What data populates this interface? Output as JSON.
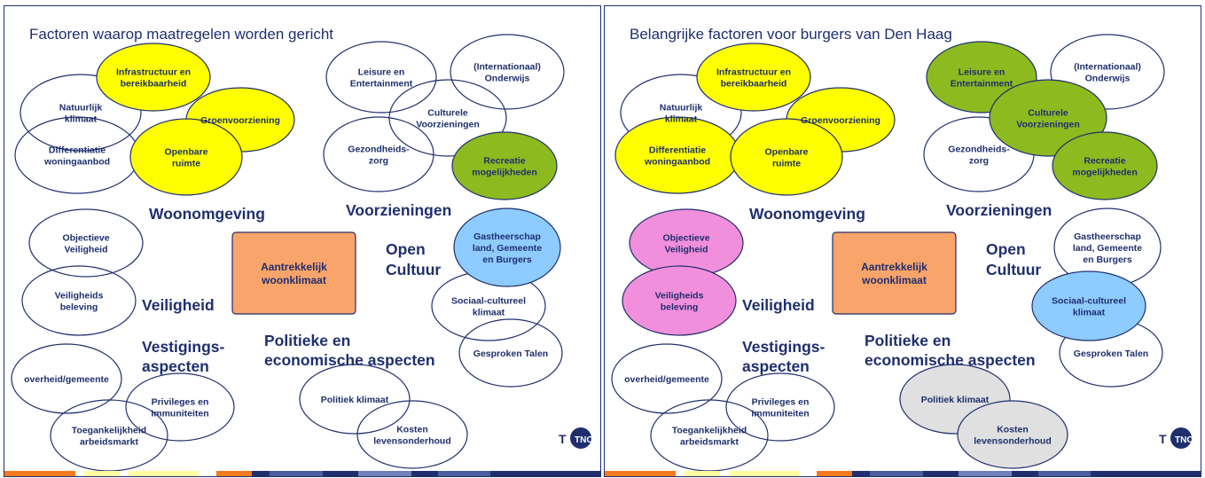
{
  "colors": {
    "ellipse_stroke": "#1f2f6e",
    "yellow": "#ffff00",
    "green": "#8cba1f",
    "blue": "#8ecbff",
    "pink": "#f28fdc",
    "grey": "#e0e0e0",
    "orange_box": "#f8a46a",
    "text": "#1f2f6e"
  },
  "slides": [
    {
      "title": "Factoren waarop maatregelen worden gericht",
      "center_box": [
        "Aantrekkelijk",
        "woonklimaat"
      ],
      "group_labels": {
        "woonomgeving": [
          "Woonomgeving"
        ],
        "voorzieningen": [
          "Voorzieningen"
        ],
        "open_cultuur": [
          "Open",
          "Cultuur"
        ],
        "veiligheid": [
          "Veiligheid"
        ],
        "vestigingsaspecten": [
          "Vestigings-",
          "aspecten"
        ],
        "politieke": [
          "Politieke en",
          "economische aspecten"
        ]
      },
      "nodes": {
        "infrastructuur": {
          "lines": [
            "Infrastructuur en",
            "bereikbaarheid"
          ],
          "fill": "yellow"
        },
        "natuurlijk": {
          "lines": [
            "Natuurlijk",
            "klimaat"
          ],
          "fill": "none"
        },
        "groenvoorziening": {
          "lines": [
            "Groenvoorziening"
          ],
          "fill": "yellow"
        },
        "differentiatie": {
          "lines": [
            "Differentiatie",
            "woningaanbod"
          ],
          "fill": "none"
        },
        "openbare": {
          "lines": [
            "Openbare",
            "ruimte"
          ],
          "fill": "yellow"
        },
        "leisure": {
          "lines": [
            "Leisure en",
            "Entertainment"
          ],
          "fill": "none"
        },
        "onderwijs": {
          "lines": [
            "(Internationaal)",
            "Onderwijs"
          ],
          "fill": "none"
        },
        "culturele": {
          "lines": [
            "Culturele",
            "Voorzieningen"
          ],
          "fill": "none"
        },
        "gezondheid": {
          "lines": [
            "Gezondheids-",
            "zorg"
          ],
          "fill": "none"
        },
        "recreatie": {
          "lines": [
            "Recreatie",
            "mogelijkheden"
          ],
          "fill": "green"
        },
        "gastheerschap": {
          "lines": [
            "Gastheerschap",
            "land, Gemeente",
            "en Burgers"
          ],
          "fill": "blue"
        },
        "sociaal": {
          "lines": [
            "Sociaal-cultureel",
            "klimaat"
          ],
          "fill": "none"
        },
        "talen": {
          "lines": [
            "Gesproken Talen"
          ],
          "fill": "none"
        },
        "objectieve": {
          "lines": [
            "Objectieve",
            "Veiligheid"
          ],
          "fill": "none"
        },
        "veiligheidsbeleving": {
          "lines": [
            "Veiligheids",
            "beleving"
          ],
          "fill": "none"
        },
        "overheid": {
          "lines": [
            "overheid/gemeente"
          ],
          "fill": "none"
        },
        "privileges": {
          "lines": [
            "Privileges en",
            "Immuniteiten"
          ],
          "fill": "none"
        },
        "toegankelijkheid": {
          "lines": [
            "Toegankelijkheid",
            "arbeidsmarkt"
          ],
          "fill": "none"
        },
        "politiek": {
          "lines": [
            "Politiek  klimaat"
          ],
          "fill": "none"
        },
        "kosten": {
          "lines": [
            "Kosten",
            "levensonderhoud"
          ],
          "fill": "none"
        }
      },
      "logo_text": "TNO"
    },
    {
      "title": "Belangrijke factoren voor burgers van Den Haag",
      "center_box": [
        "Aantrekkelijk",
        "woonklimaat"
      ],
      "group_labels": {
        "woonomgeving": [
          "Woonomgeving"
        ],
        "voorzieningen": [
          "Voorzieningen"
        ],
        "open_cultuur": [
          "Open",
          "Cultuur"
        ],
        "veiligheid": [
          "Veiligheid"
        ],
        "vestigingsaspecten": [
          "Vestigings-",
          "aspecten"
        ],
        "politieke": [
          "Politieke en",
          "economische aspecten"
        ]
      },
      "nodes": {
        "infrastructuur": {
          "lines": [
            "Infrastructuur en",
            "bereikbaarheid"
          ],
          "fill": "yellow"
        },
        "natuurlijk": {
          "lines": [
            "Natuurlijk",
            "klimaat"
          ],
          "fill": "none"
        },
        "groenvoorziening": {
          "lines": [
            "Groenvoorziening"
          ],
          "fill": "yellow"
        },
        "differentiatie": {
          "lines": [
            "Differentiatie",
            "woningaanbod"
          ],
          "fill": "yellow"
        },
        "openbare": {
          "lines": [
            "Openbare",
            "ruimte"
          ],
          "fill": "yellow"
        },
        "leisure": {
          "lines": [
            "Leisure en",
            "Entertainment"
          ],
          "fill": "green"
        },
        "onderwijs": {
          "lines": [
            "(Internationaal)",
            "Onderwijs"
          ],
          "fill": "none"
        },
        "culturele": {
          "lines": [
            "Culturele",
            "Voorzieningen"
          ],
          "fill": "green"
        },
        "gezondheid": {
          "lines": [
            "Gezondheids-",
            "zorg"
          ],
          "fill": "none"
        },
        "recreatie": {
          "lines": [
            "Recreatie",
            "mogelijkheden"
          ],
          "fill": "green"
        },
        "gastheerschap": {
          "lines": [
            "Gastheerschap",
            "land, Gemeente",
            "en Burgers"
          ],
          "fill": "none"
        },
        "sociaal": {
          "lines": [
            "Sociaal-cultureel",
            "klimaat"
          ],
          "fill": "blue"
        },
        "talen": {
          "lines": [
            "Gesproken Talen"
          ],
          "fill": "none"
        },
        "objectieve": {
          "lines": [
            "Objectieve",
            "Veiligheid"
          ],
          "fill": "pink"
        },
        "veiligheidsbeleving": {
          "lines": [
            "Veiligheids",
            "beleving"
          ],
          "fill": "pink"
        },
        "overheid": {
          "lines": [
            "overheid/gemeente"
          ],
          "fill": "none"
        },
        "privileges": {
          "lines": [
            "Privileges en",
            "Immuniteiten"
          ],
          "fill": "none"
        },
        "toegankelijkheid": {
          "lines": [
            "Toegankelijkheid",
            "arbeidsmarkt"
          ],
          "fill": "none"
        },
        "politiek": {
          "lines": [
            "Politiek  klimaat"
          ],
          "fill": "grey"
        },
        "kosten": {
          "lines": [
            "Kosten",
            "levensonderhoud"
          ],
          "fill": "grey"
        }
      },
      "logo_text": "TNO"
    }
  ]
}
